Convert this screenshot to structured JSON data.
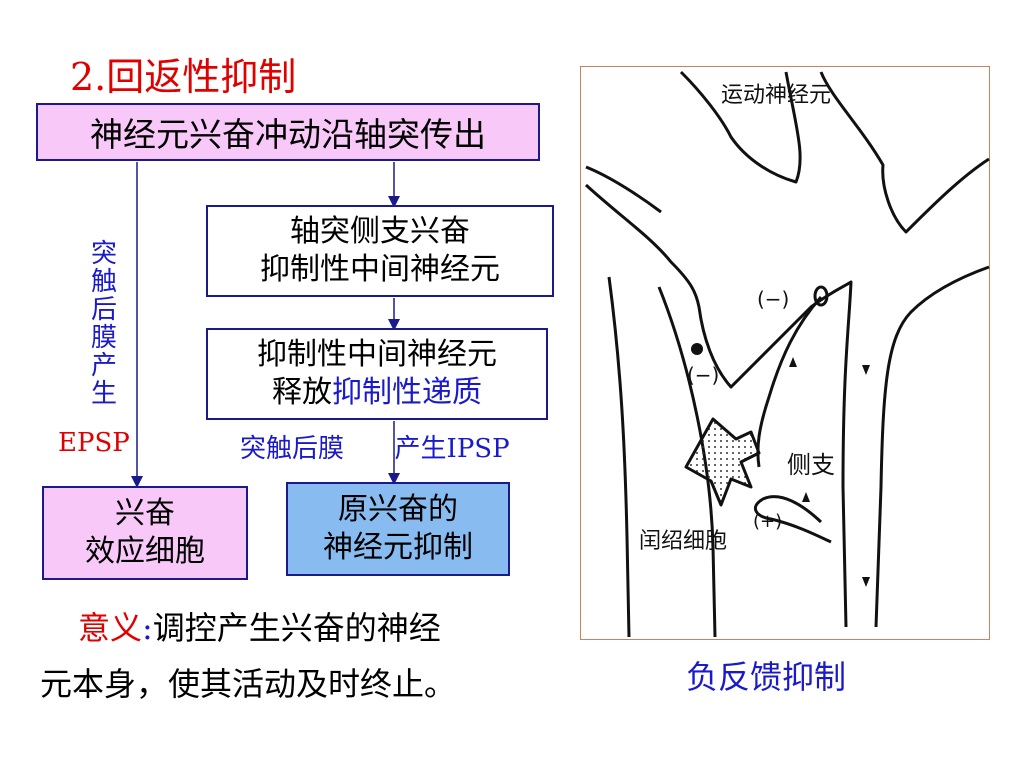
{
  "title": "2.回返性抑制",
  "flow": {
    "box1": "神经元兴奋冲动沿轴突传出",
    "box2": [
      "轴突侧支兴奋",
      "抑制性中间神经元"
    ],
    "box3_line1": "抑制性中间神经元",
    "box3_line2_a": "释放",
    "box3_line2_b": "抑制性递质",
    "left_vertical": "突触后膜产生",
    "left_label": "EPSP",
    "right_label_a": "突触后膜",
    "right_label_b": "产生IPSP",
    "box4": [
      "兴奋",
      "效应细胞"
    ],
    "box5": [
      "原兴奋的",
      "神经元抑制"
    ]
  },
  "meaning": {
    "label": "意义",
    "colon": ":",
    "text_line1": "调控产生兴奋的神经",
    "text_line2": "元本身，使其活动及时终止。"
  },
  "diagram": {
    "motor_neuron": "运动神经元",
    "minus1": "(−)",
    "minus2": "(−)",
    "collateral": "侧支",
    "renshaw": "闰绍细胞",
    "plus": "(+)",
    "caption": "负反馈抑制"
  },
  "colors": {
    "title_red": "#e00000",
    "text_blue": "#1a1acc",
    "box_pink": "#f8c8f8",
    "box_blue": "#88bbf0",
    "border": "#1a1a8c"
  }
}
